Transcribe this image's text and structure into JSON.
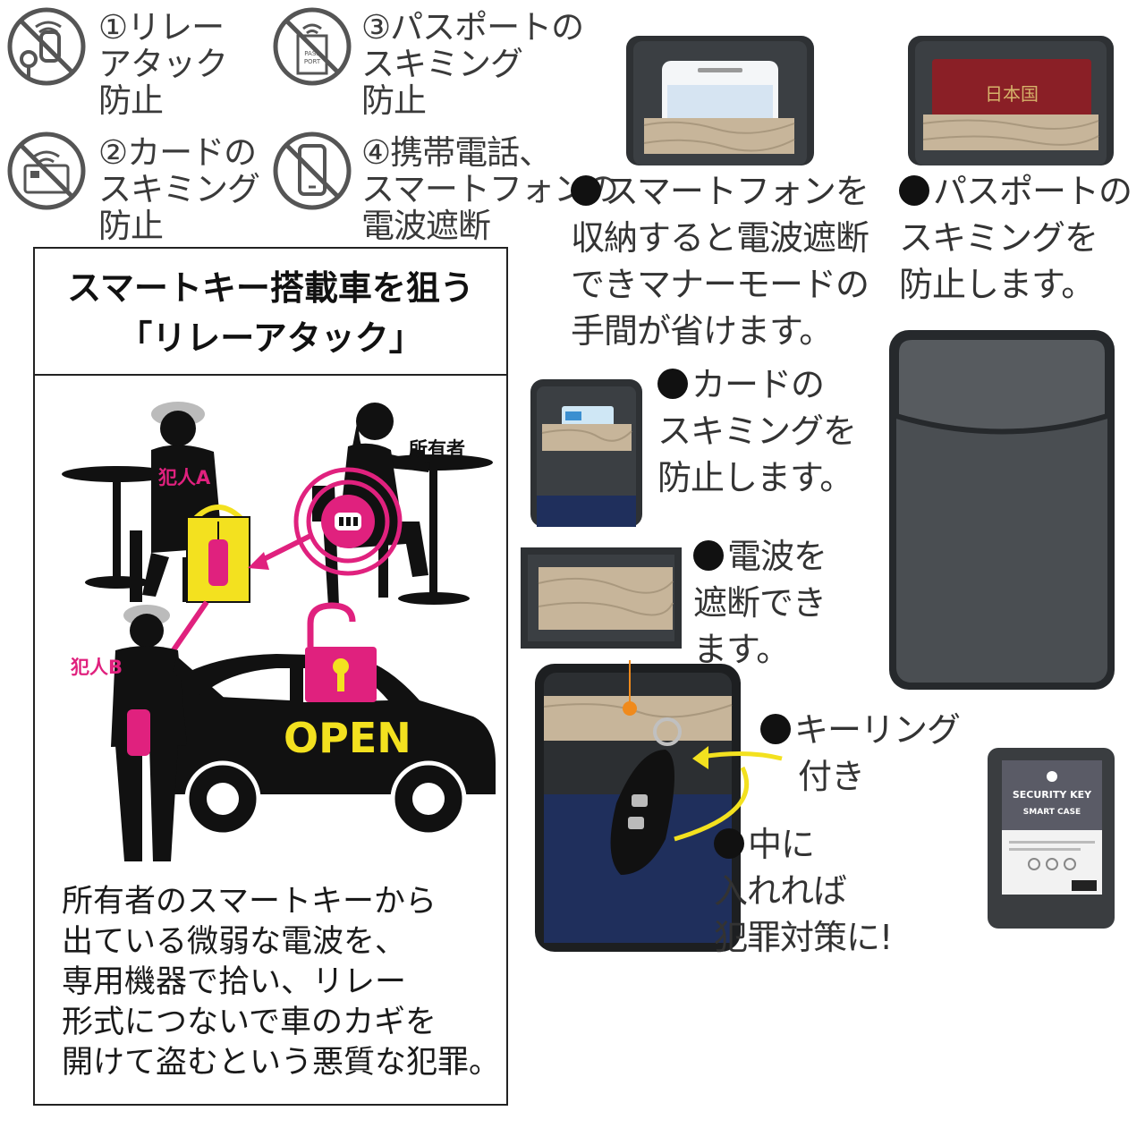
{
  "features": [
    {
      "icon": "relay-attack-icon",
      "lines": [
        "①リレー",
        "アタック",
        "防止"
      ]
    },
    {
      "icon": "passport-icon",
      "lines": [
        "③パスポートの",
        "スキミング",
        "防止"
      ]
    },
    {
      "icon": "card-skimming-icon",
      "lines": [
        "②カードの",
        "スキミング",
        "防止"
      ]
    },
    {
      "icon": "mobile-block-icon",
      "lines": [
        "④携帯電話、",
        "スマートフォンの",
        "電波遮断"
      ]
    }
  ],
  "passport_icon_text": [
    "PASS",
    "PORT"
  ],
  "relay_panel": {
    "title_lines": [
      "スマートキー搭載車を狙う",
      "「リレーアタック」"
    ],
    "owner_label": "所有者",
    "criminal_a_label": "犯人A",
    "criminal_b_label": "犯人B",
    "open_label": "OPEN",
    "description_lines": [
      "所有者のスマートキーから",
      "出ている微弱な電波を、",
      "専用機器で拾い、リレー",
      "形式につないで車のカギを",
      "開けて盗むという悪質な犯罪。"
    ]
  },
  "captions": {
    "smartphone": [
      "スマートフォンを",
      "収納すると電波遮断",
      "できマナーモードの",
      "手間が省けます。"
    ],
    "passport": [
      "パスポートの",
      "スキミングを",
      "防止します。"
    ],
    "card": [
      "カードの",
      "スキミングを",
      "防止します。"
    ],
    "block": [
      "電波を",
      "遮断でき",
      "ます。"
    ],
    "keyring": [
      "キーリング",
      "付き"
    ],
    "inside": [
      "中に",
      "入れれば",
      "犯罪対策に!"
    ]
  },
  "passport_cover_text": "日本国",
  "package": {
    "brand": "SECURITY KEY",
    "product": "SMART CASE"
  },
  "colors": {
    "magenta": "#e0217e",
    "yellow": "#f3e11f",
    "pouch_gray": "#4a4e52",
    "pouch_navy": "#1f2f5c",
    "foil": "#c7b59a",
    "orange": "#f08a1c"
  }
}
